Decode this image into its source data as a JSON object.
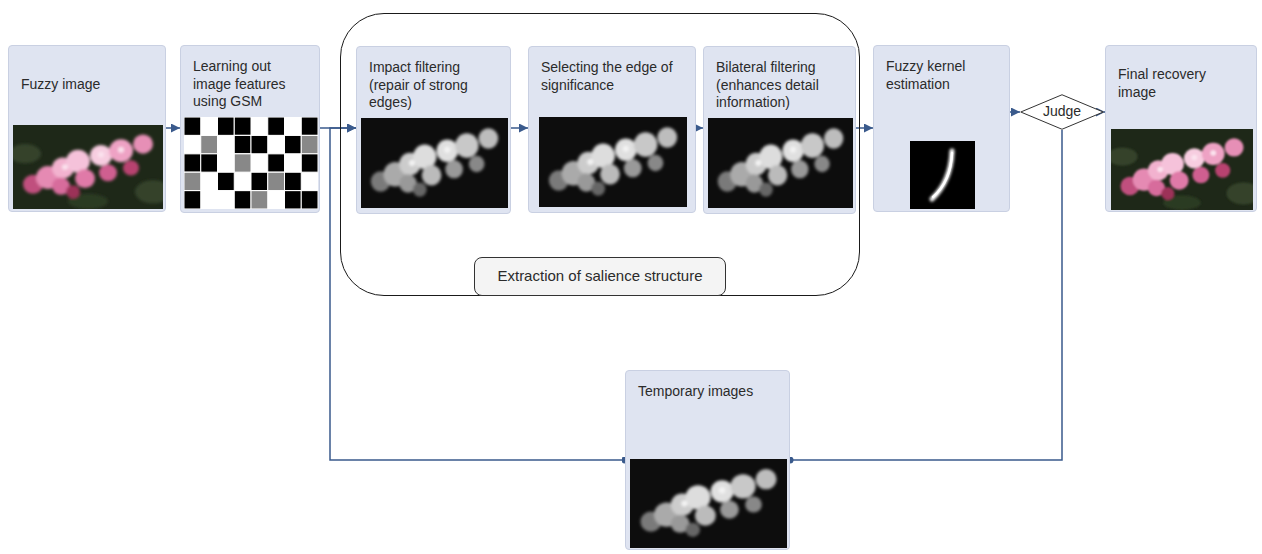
{
  "diagram": {
    "nodes": [
      {
        "text": [
          "Fuzzy image"
        ]
      },
      {
        "text": [
          "Learning out image features using GSM"
        ]
      },
      {
        "text": [
          "Extraction of salience structure"
        ]
      },
      {
        "text": [
          "Impact filtering (repair of strong edges)"
        ],
        "in": 2
      },
      {
        "text": [
          "Selecting the edge of significance"
        ],
        "in": 2
      },
      {
        "text": [
          "Bilateral filtering (enhances detail information)"
        ],
        "in": 2
      },
      {
        "text": [
          "Fuzzy kernel estimation"
        ]
      },
      {
        "text": [
          "Judge"
        ]
      },
      {
        "text": [
          "Final recovery image"
        ]
      },
      {
        "text": [
          "Temporary images"
        ]
      }
    ],
    "edges": [
      {
        "from": 0,
        "to": 1,
        "arrow": "to"
      },
      {
        "from": 1,
        "to": 3,
        "arrow": "to"
      },
      {
        "from": 3,
        "to": 4,
        "arrow": "to"
      },
      {
        "from": 4,
        "to": 5,
        "arrow": "to"
      },
      {
        "from": 5,
        "to": 6,
        "arrow": "to"
      },
      {
        "from": 6,
        "to": 7,
        "arrow": "to"
      },
      {
        "from": 7,
        "to": 8,
        "arrow": "to"
      },
      {
        "from": 7,
        "to": 9,
        "arrow": "none"
      },
      {
        "from": 9,
        "to": 3,
        "arrow": "to"
      }
    ]
  }
}
